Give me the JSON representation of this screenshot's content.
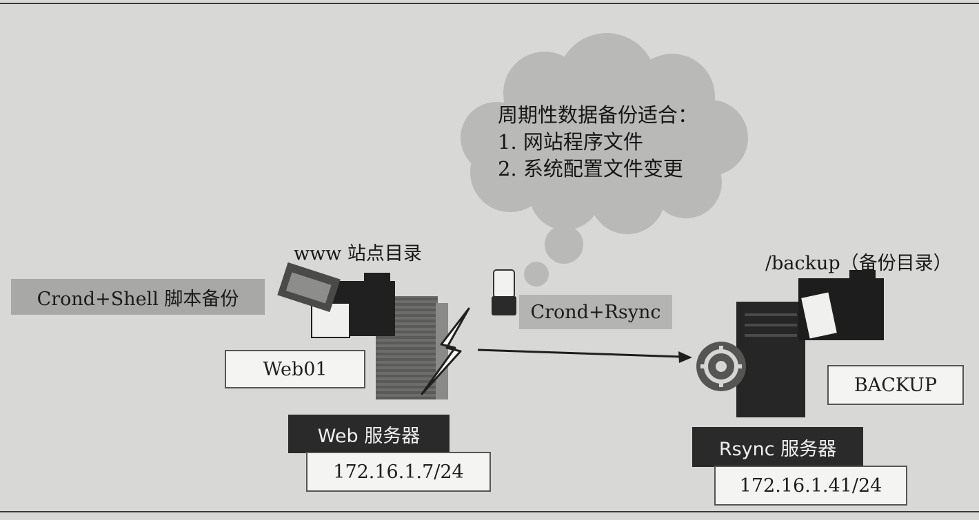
{
  "cloud": {
    "title": "周期性数据备份适合：",
    "item1": "1. 网站程序文件",
    "item2": "2. 系统配置文件变更"
  },
  "web_server": {
    "dir_label": "www 站点目录",
    "method_label": "Crond+Shell 脚本备份",
    "host_name": "Web01",
    "role_label": "Web 服务器",
    "ip": "172.16.1.7/24"
  },
  "transfer": {
    "label": "Crond+Rsync"
  },
  "rsync_server": {
    "dir_label": "/backup（备份目录）",
    "host_name": "BACKUP",
    "role_label": "Rsync 服务器",
    "ip": "172.16.1.41/24"
  },
  "icons": [
    "cloud-icon",
    "folder-icon",
    "server-tower-icon",
    "lightning-icon",
    "usb-drive-icon",
    "gear-icon",
    "arrow-icon"
  ],
  "colors": {
    "background": "#d8d8d6",
    "dark_label": "#2a2a2a",
    "cloud": "#b9b9b7"
  }
}
